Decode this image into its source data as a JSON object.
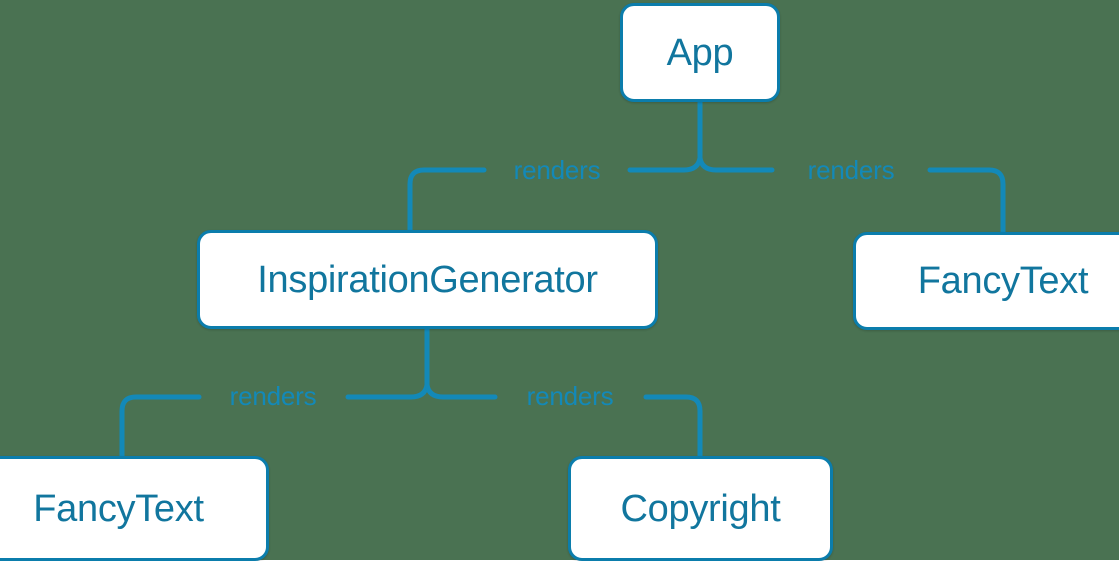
{
  "diagram": {
    "type": "component-tree",
    "title": "React component render tree",
    "background_color": "#4a7252",
    "node_fill_color": "#ffffff",
    "node_border_color": "#0b7dac",
    "node_text_color": "#11769e",
    "edge_color": "#1389b8",
    "edge_label_color": "#1389b8",
    "nodes": [
      {
        "id": "app",
        "label": "App"
      },
      {
        "id": "inspiration",
        "label": "InspirationGenerator"
      },
      {
        "id": "fancytext_right",
        "label": "FancyText"
      },
      {
        "id": "fancytext_left",
        "label": "FancyText"
      },
      {
        "id": "copyright",
        "label": "Copyright"
      }
    ],
    "edges": [
      {
        "from": "app",
        "to": "inspiration",
        "label": "renders"
      },
      {
        "from": "app",
        "to": "fancytext_right",
        "label": "renders"
      },
      {
        "from": "inspiration",
        "to": "fancytext_left",
        "label": "renders"
      },
      {
        "from": "inspiration",
        "to": "copyright",
        "label": "renders"
      }
    ]
  }
}
